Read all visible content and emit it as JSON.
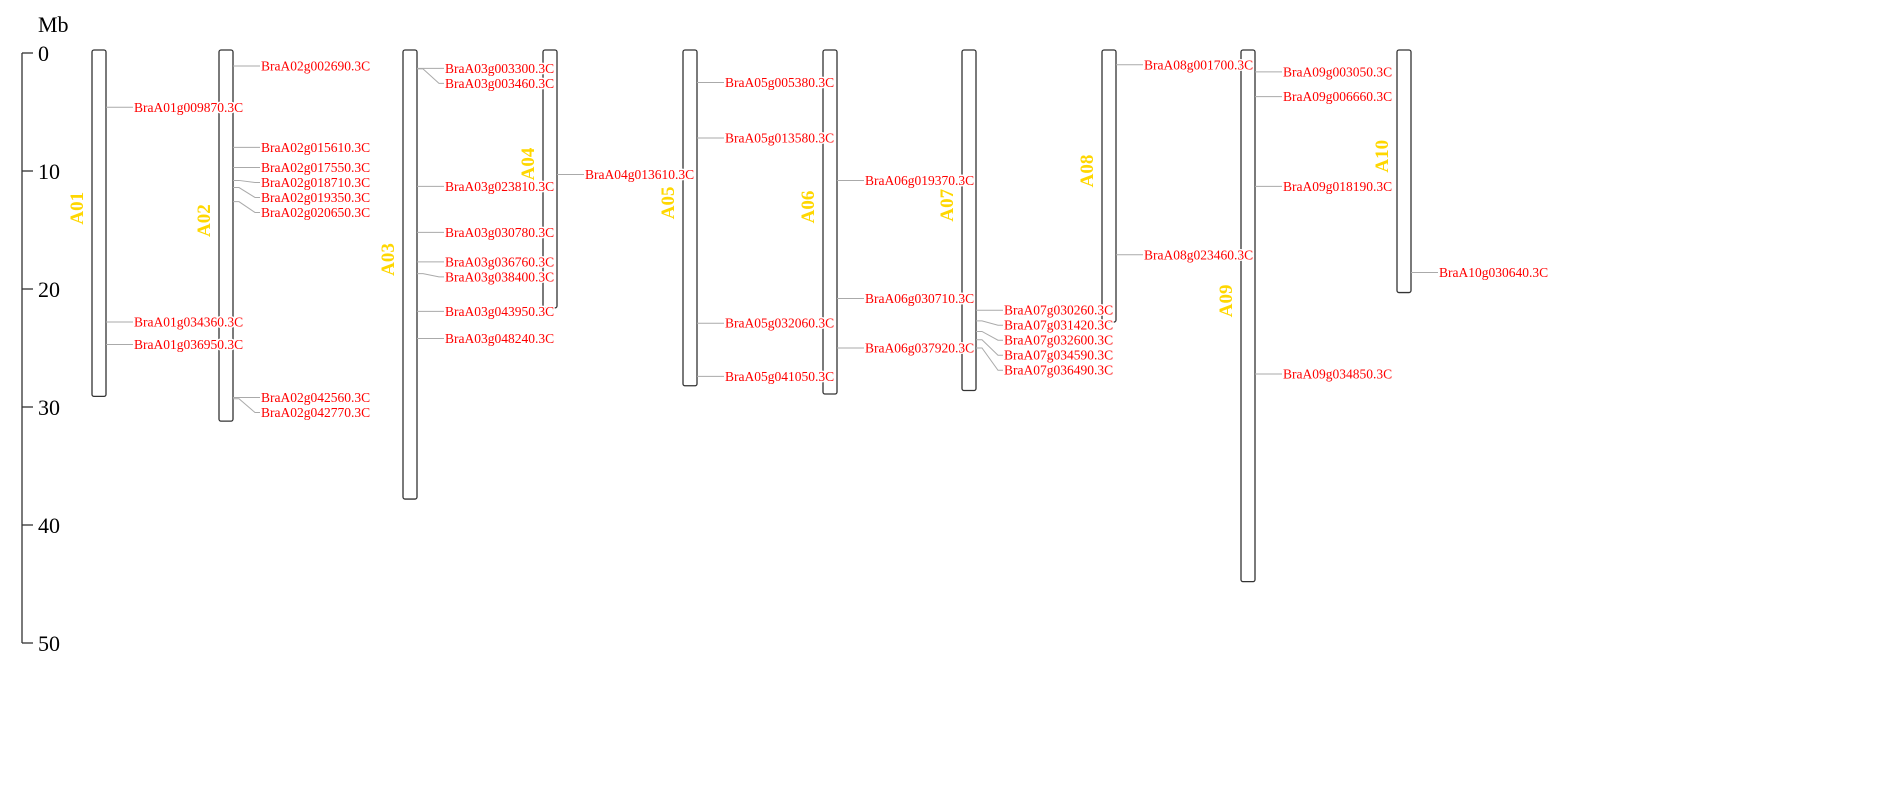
{
  "chart_data": {
    "type": "chromosome-map",
    "axis": {
      "unit_label": "Mb",
      "ticks": [
        0,
        10,
        20,
        30,
        40,
        50
      ],
      "range": [
        0,
        50
      ]
    },
    "colors": {
      "gene_label": "#FF0000",
      "chromosome_name": "#FFD700",
      "connector": "#AAAAAA",
      "chromosome_outline": "#333333"
    },
    "chromosomes": [
      {
        "name": "A01",
        "length": 29.1,
        "genes": [
          {
            "id": "BraA01g009870.3C",
            "pos": 4.6
          },
          {
            "id": "BraA01g034360.3C",
            "pos": 22.8
          },
          {
            "id": "BraA01g036950.3C",
            "pos": 24.7
          }
        ]
      },
      {
        "name": "A02",
        "length": 31.2,
        "genes": [
          {
            "id": "BraA02g002690.3C",
            "pos": 1.1
          },
          {
            "id": "BraA02g015610.3C",
            "pos": 8.0
          },
          {
            "id": "BraA02g017550.3C",
            "pos": 9.7
          },
          {
            "id": "BraA02g018710.3C",
            "pos": 10.8
          },
          {
            "id": "BraA02g019350.3C",
            "pos": 11.4
          },
          {
            "id": "BraA02g020650.3C",
            "pos": 12.6
          },
          {
            "id": "BraA02g042560.3C",
            "pos": 29.2
          },
          {
            "id": "BraA02g042770.3C",
            "pos": 29.3
          }
        ]
      },
      {
        "name": "A03",
        "length": 37.8,
        "genes": [
          {
            "id": "BraA03g003300.3C",
            "pos": 1.3
          },
          {
            "id": "BraA03g003460.3C",
            "pos": 1.35
          },
          {
            "id": "BraA03g023810.3C",
            "pos": 11.3
          },
          {
            "id": "BraA03g030780.3C",
            "pos": 15.2
          },
          {
            "id": "BraA03g036760.3C",
            "pos": 17.7
          },
          {
            "id": "BraA03g038400.3C",
            "pos": 18.7
          },
          {
            "id": "BraA03g043950.3C",
            "pos": 21.9
          },
          {
            "id": "BraA03g048240.3C",
            "pos": 24.2
          }
        ]
      },
      {
        "name": "A04",
        "length": 21.6,
        "genes": [
          {
            "id": "BraA04g013610.3C",
            "pos": 10.3
          }
        ]
      },
      {
        "name": "A05",
        "length": 28.2,
        "genes": [
          {
            "id": "BraA05g005380.3C",
            "pos": 2.5
          },
          {
            "id": "BraA05g013580.3C",
            "pos": 7.2
          },
          {
            "id": "BraA05g032060.3C",
            "pos": 22.9
          },
          {
            "id": "BraA05g041050.3C",
            "pos": 27.4
          }
        ]
      },
      {
        "name": "A06",
        "length": 28.9,
        "genes": [
          {
            "id": "BraA06g019370.3C",
            "pos": 10.8
          },
          {
            "id": "BraA06g030710.3C",
            "pos": 20.8
          },
          {
            "id": "BraA06g037920.3C",
            "pos": 25.0
          }
        ]
      },
      {
        "name": "A07",
        "length": 28.6,
        "genes": [
          {
            "id": "BraA07g030260.3C",
            "pos": 21.8
          },
          {
            "id": "BraA07g031420.3C",
            "pos": 22.7
          },
          {
            "id": "BraA07g032600.3C",
            "pos": 23.6
          },
          {
            "id": "BraA07g034590.3C",
            "pos": 24.3
          },
          {
            "id": "BraA07g036490.3C",
            "pos": 25.0
          }
        ]
      },
      {
        "name": "A08",
        "length": 22.8,
        "genes": [
          {
            "id": "BraA08g001700.3C",
            "pos": 1.0
          },
          {
            "id": "BraA08g023460.3C",
            "pos": 17.1
          }
        ]
      },
      {
        "name": "A09",
        "length": 44.8,
        "genes": [
          {
            "id": "BraA09g003050.3C",
            "pos": 1.6
          },
          {
            "id": "BraA09g006660.3C",
            "pos": 3.7
          },
          {
            "id": "BraA09g018190.3C",
            "pos": 11.3
          },
          {
            "id": "BraA09g034850.3C",
            "pos": 27.2
          }
        ]
      },
      {
        "name": "A10",
        "length": 20.3,
        "genes": [
          {
            "id": "BraA10g030640.3C",
            "pos": 18.6
          }
        ]
      }
    ]
  }
}
